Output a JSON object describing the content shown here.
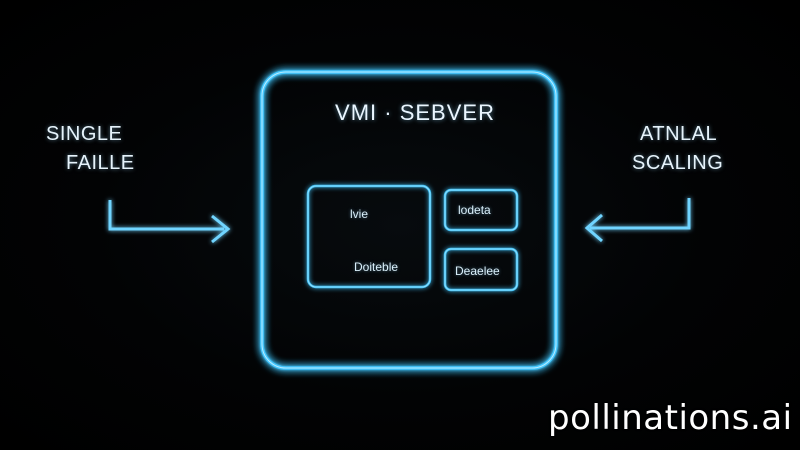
{
  "diagram": {
    "server_title": "VMI · SEBVER",
    "left_label": {
      "line1": "SINGLE",
      "line2": "FAILLE"
    },
    "right_label": {
      "line1": "ATNLAL",
      "line2": "SCALING"
    },
    "inner_boxes": {
      "box_a_top": "lvie",
      "box_a_bottom": "Doiteble",
      "box_b": "lodeta",
      "box_c": "Deaelee"
    },
    "watermark": "pollinations.ai"
  },
  "colors": {
    "background": "#000000",
    "glow": "#39c4ff",
    "glow_core": "#bfefff",
    "text": "#e6f3fb"
  }
}
